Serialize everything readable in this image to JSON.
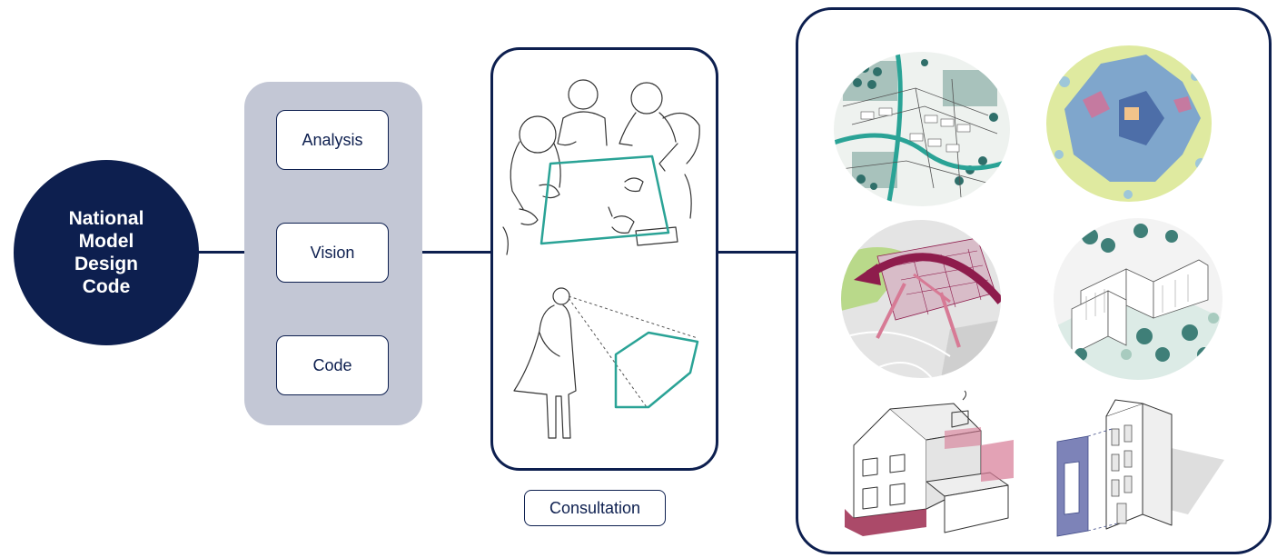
{
  "hub": {
    "lines": [
      "National",
      "Model",
      "Design",
      "Code"
    ]
  },
  "process": {
    "steps": [
      "Analysis",
      "Vision",
      "Code"
    ]
  },
  "consultation": {
    "label": "Consultation"
  },
  "colors": {
    "navy": "#0d1f4f",
    "panel_grey": "#c3c7d5",
    "teal": "#2aa396",
    "crimson": "#8e1c4c",
    "rose": "#d77a95"
  }
}
